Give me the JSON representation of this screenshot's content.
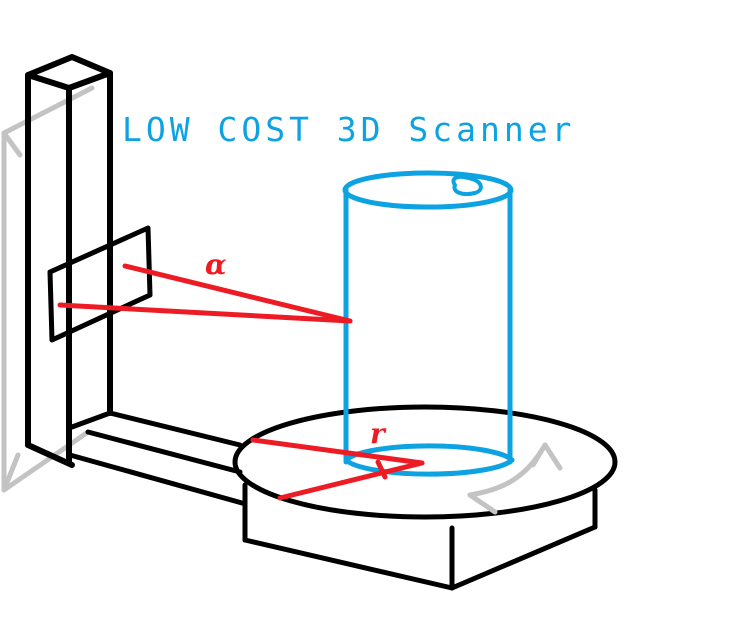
{
  "title": "LOW COST 3D Scanner",
  "labels": {
    "angle": "α",
    "radius": "r"
  },
  "colors": {
    "structure": "#000000",
    "object": "#0da3e3",
    "measurement": "#ed1c24",
    "motion": "#c3c3c3",
    "background": "#ffffff"
  },
  "components": [
    {
      "name": "vertical-rail",
      "description": "Vertical column/tower"
    },
    {
      "name": "camera-laser-plate",
      "description": "Sensor plate on rail"
    },
    {
      "name": "base-arm",
      "description": "Horizontal base arm"
    },
    {
      "name": "turntable",
      "description": "Rotating turntable"
    },
    {
      "name": "scanned-object",
      "description": "Cylinder being scanned"
    },
    {
      "name": "vertical-motion-arrow",
      "description": "Up/down motion"
    },
    {
      "name": "rotation-arrow",
      "description": "Turntable rotation"
    }
  ]
}
